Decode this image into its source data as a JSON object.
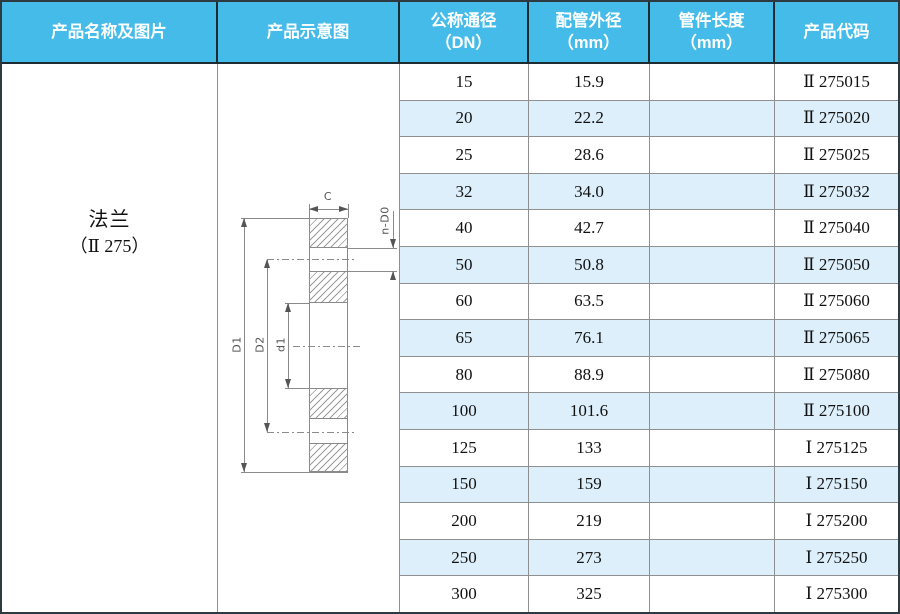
{
  "header": {
    "col1": "产品名称及图片",
    "col2": "产品示意图",
    "col3": "公称通径\n（DN）",
    "col4": "配管外径\n（mm）",
    "col5": "管件长度\n（mm）",
    "col6": "产品代码"
  },
  "product": {
    "name": "法兰",
    "code_label": "（Ⅱ 275）"
  },
  "diagram": {
    "labels": {
      "width": "C",
      "bolt_holes": "n-D0",
      "outer_dia": "D1",
      "bolt_circle_dia": "D2",
      "bore_dia": "d1"
    }
  },
  "table": {
    "rows": [
      {
        "dn": "15",
        "od": "15.9",
        "len": "",
        "code": "Ⅱ 275015"
      },
      {
        "dn": "20",
        "od": "22.2",
        "len": "",
        "code": "Ⅱ 275020"
      },
      {
        "dn": "25",
        "od": "28.6",
        "len": "",
        "code": "Ⅱ 275025"
      },
      {
        "dn": "32",
        "od": "34.0",
        "len": "",
        "code": "Ⅱ 275032"
      },
      {
        "dn": "40",
        "od": "42.7",
        "len": "",
        "code": "Ⅱ 275040"
      },
      {
        "dn": "50",
        "od": "50.8",
        "len": "",
        "code": "Ⅱ 275050"
      },
      {
        "dn": "60",
        "od": "63.5",
        "len": "",
        "code": "Ⅱ 275060"
      },
      {
        "dn": "65",
        "od": "76.1",
        "len": "",
        "code": "Ⅱ 275065"
      },
      {
        "dn": "80",
        "od": "88.9",
        "len": "",
        "code": "Ⅱ 275080"
      },
      {
        "dn": "100",
        "od": "101.6",
        "len": "",
        "code": "Ⅱ 275100"
      },
      {
        "dn": "125",
        "od": "133",
        "len": "",
        "code": "Ⅰ 275125"
      },
      {
        "dn": "150",
        "od": "159",
        "len": "",
        "code": "Ⅰ 275150"
      },
      {
        "dn": "200",
        "od": "219",
        "len": "",
        "code": "Ⅰ 275200"
      },
      {
        "dn": "250",
        "od": "273",
        "len": "",
        "code": "Ⅰ 275250"
      },
      {
        "dn": "300",
        "od": "325",
        "len": "",
        "code": "Ⅰ 275300"
      }
    ]
  },
  "colors": {
    "header_bg": "#44bbe8",
    "alt_row_bg": "#ddeffa",
    "grid_line": "#8f8f8f",
    "header_border": "#1d2b33"
  }
}
